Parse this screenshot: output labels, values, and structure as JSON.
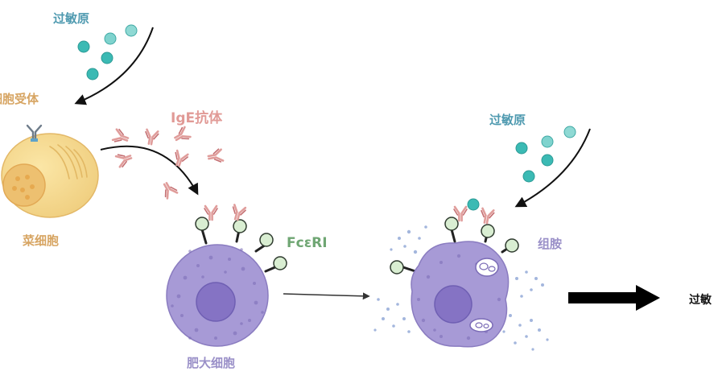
{
  "labels": {
    "allergen_top": "过敏原",
    "cell_receptor": "细胞受体",
    "ige_antibody": "IgE抗体",
    "source_cell": "菜细胞",
    "fceri": "FcεRI",
    "mast_cell": "肥大细胞",
    "allergen_right": "过敏原",
    "histamine": "组胺",
    "allergy_result": "过敏"
  },
  "colors": {
    "allergen": "#3bbab4",
    "receptor_stem": "#222222",
    "receptor_head": "#d9eed2",
    "antibody": "#e09d9b",
    "mast_cell": "#a79ad6",
    "nucleus": "#8573c4",
    "source_cell": "#f6d98f",
    "text_gold": "#d7a563",
    "text_purple": "#9a90c8",
    "text_teal": "#4f9ab0",
    "text_green": "#6fa673"
  },
  "icons": [
    "allergen-particle",
    "ige-antibody",
    "fceri-receptor",
    "histamine-granule",
    "process-arrow"
  ]
}
